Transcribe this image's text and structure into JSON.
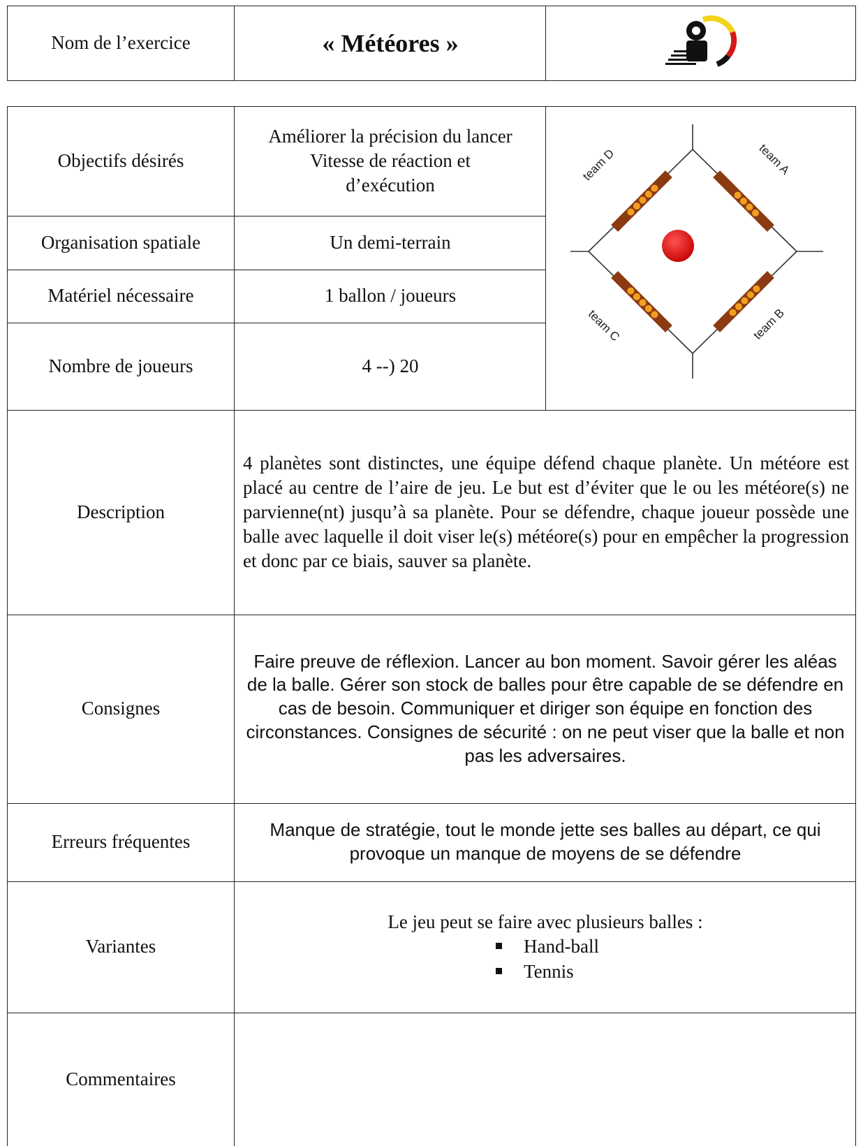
{
  "header": {
    "name_label": "Nom de l’exercice",
    "title": "« Météores »",
    "logo_icon": "federation-logo-icon"
  },
  "rows": {
    "objectifs": {
      "label": "Objectifs désirés",
      "lines": [
        "Améliorer la précision du lancer",
        "Vitesse de réaction et",
        "d’exécution"
      ]
    },
    "organisation": {
      "label": "Organisation spatiale",
      "value": "Un demi-terrain"
    },
    "materiel": {
      "label": "Matériel nécessaire",
      "value": "1 ballon / joueurs"
    },
    "nombre": {
      "label": "Nombre de joueurs",
      "value": "4 --)  20"
    },
    "description": {
      "label": "Description",
      "value": "4 planètes sont distinctes, une équipe défend chaque planète. Un météore est placé au centre de l’aire de jeu. Le but est d’éviter que le ou les météore(s) ne parvienne(nt) jusqu’à sa planète. Pour se défendre, chaque joueur possède une balle avec laquelle il doit viser le(s) météore(s) pour en empêcher la progression et donc par ce biais, sauver sa planète."
    },
    "consignes": {
      "label": "Consignes",
      "value": "Faire preuve de réflexion. Lancer au bon moment. Savoir gérer les aléas de la balle. Gérer son stock de balles pour être capable de se défendre en cas de besoin. Communiquer  et diriger son équipe en fonction des circonstances. Consignes de sécurité : on ne peut viser que la balle et non pas les adversaires."
    },
    "erreurs": {
      "label": "Erreurs fréquentes",
      "value": "Manque de stratégie, tout le monde jette ses balles au départ, ce qui provoque un manque de moyens de se défendre"
    },
    "variantes": {
      "label": "Variantes",
      "intro": "Le jeu peut se faire avec plusieurs balles :",
      "items": [
        "Hand-ball",
        "Tennis"
      ]
    },
    "commentaires": {
      "label": "Commentaires",
      "value": ""
    }
  },
  "diagram": {
    "teams": [
      "team A",
      "team B",
      "team C",
      "team D"
    ],
    "colors": {
      "bench": "#8b3a12",
      "player": "#f0a020",
      "meteor": "#e01010"
    }
  }
}
